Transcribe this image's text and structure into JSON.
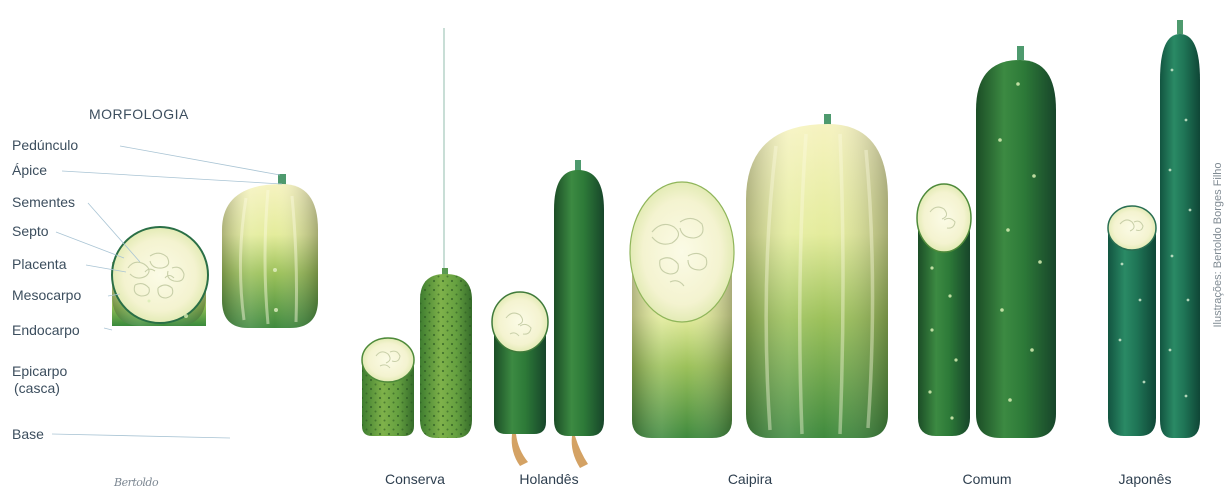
{
  "diagram": {
    "title": "MORFOLOGIA",
    "parts": [
      "Pedúnculo",
      "Ápice",
      "Sementes",
      "Septo",
      "Placenta",
      "Mesocarpo",
      "Endocarpo",
      "Epicarpo",
      "(casca)",
      "Base"
    ],
    "varieties": [
      "Conserva",
      "Holandês",
      "Caipira",
      "Comum",
      "Japonês"
    ],
    "credit": "Ilustrações: Bertoldo Borges Filho",
    "signature": "Bertoldo",
    "colors": {
      "label_text": "#3c4e5e",
      "leader_line": "#a9c4d4",
      "pale_yellow": "#f2f2b4",
      "light_green": "#9cc15a",
      "mid_green": "#4e8a3a",
      "dark_green": "#1f5a2e",
      "teal_green": "#1d6a52"
    }
  }
}
